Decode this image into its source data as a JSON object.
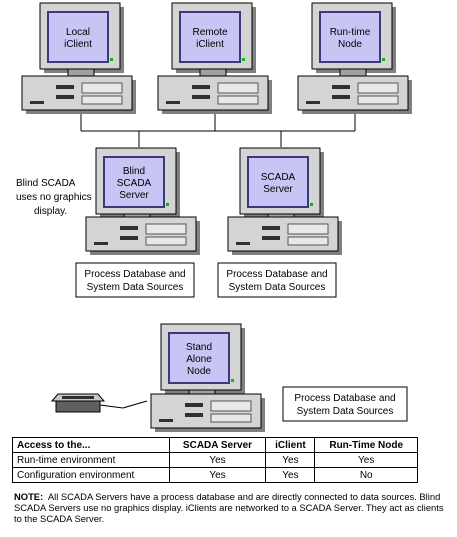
{
  "nodes": {
    "local_iclient": [
      "Local",
      "iClient"
    ],
    "remote_iclient": [
      "Remote",
      "iClient"
    ],
    "runtime_node": [
      "Run-time",
      "Node"
    ],
    "blind_server": [
      "Blind",
      "SCADA",
      "Server"
    ],
    "scada_server": [
      "SCADA",
      "Server"
    ],
    "standalone_node": [
      "Stand",
      "Alone",
      "Node"
    ]
  },
  "blind_note": [
    "Blind SCADA",
    "uses no graphics",
    "display."
  ],
  "db_box": [
    "Process Database and",
    "System Data Sources"
  ],
  "colors": {
    "screen": "#c8c4f4",
    "screen_border": "#3a3a7a",
    "case": "#d4d4d4",
    "shadow": "#808080",
    "led": "#00c000"
  },
  "table": {
    "headers": [
      "Access to the...",
      "SCADA Server",
      "iClient",
      "Run-Time Node"
    ],
    "rows": [
      [
        "Run-time environment",
        "Yes",
        "Yes",
        "Yes"
      ],
      [
        "Configuration environment",
        "Yes",
        "Yes",
        "No"
      ]
    ]
  },
  "note": {
    "label": "NOTE:",
    "text": "All SCADA Servers have a process database and are directly connected to data sources.  Blind SCADA Servers use no graphics display.  iClients are networked to a SCADA Server.  They act as clients to the SCADA Server."
  }
}
